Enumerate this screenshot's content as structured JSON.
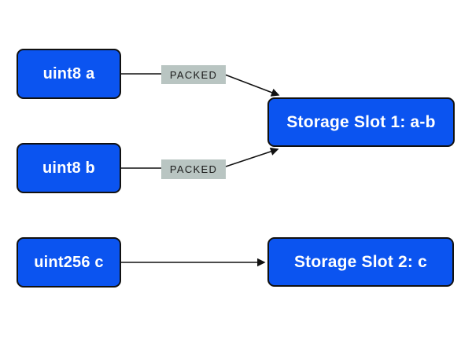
{
  "colors": {
    "background": "#FFFFFF",
    "node_fill": "#0B54F0",
    "node_border": "#111111",
    "node_text": "#FFFFFF",
    "packed_fill": "#B9C5C2",
    "packed_text": "#1A1A1A",
    "arrow": "#111111"
  },
  "nodes": {
    "uint8_a": "uint8 a",
    "uint8_b": "uint8 b",
    "uint256_c": "uint256 c",
    "slot1": "Storage Slot 1: a-b",
    "slot2": "Storage Slot 2: c"
  },
  "labels": {
    "packed1": "PACKED",
    "packed2": "PACKED"
  }
}
